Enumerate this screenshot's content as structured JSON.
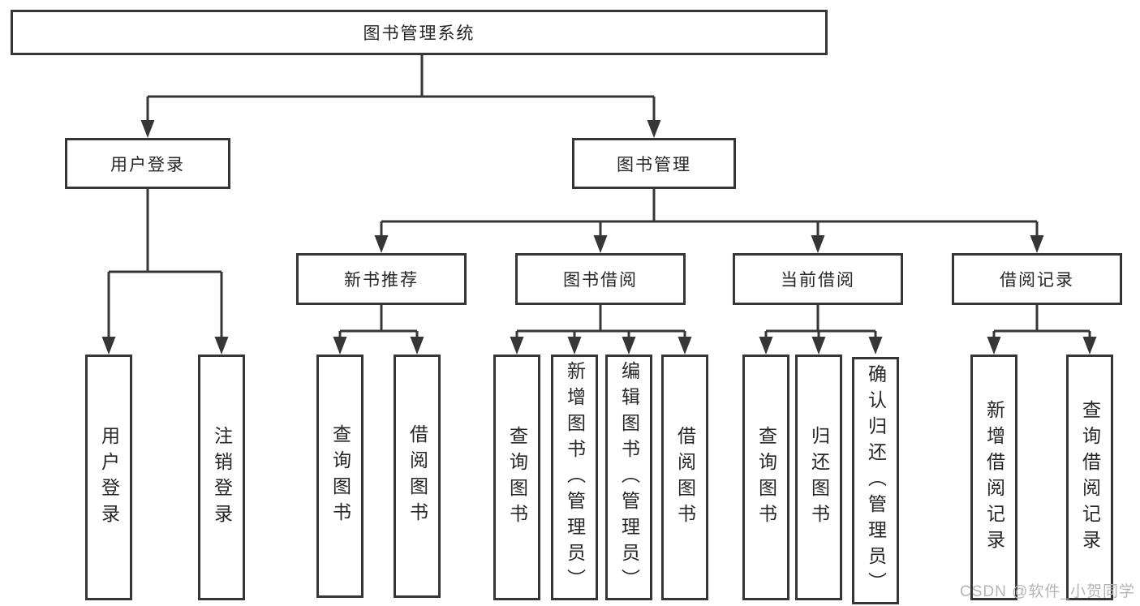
{
  "diagram": {
    "root": "图书管理系统",
    "level2": {
      "user_login": "用户登录",
      "book_mgmt": "图书管理"
    },
    "level3": {
      "new_books": "新书推荐",
      "borrowing": "图书借阅",
      "current": "当前借阅",
      "records": "借阅记录"
    },
    "leaves": {
      "user": [
        "用户登录",
        "注销登录"
      ],
      "new": [
        "查询图书",
        "借阅图书"
      ],
      "borrow": [
        "查询图书",
        "新增图书（管理员）",
        "编辑图书（管理员）",
        "借阅图书"
      ],
      "current": [
        "查询图书",
        "归还图书",
        "确认归还（管理员）"
      ],
      "records": [
        "新增借阅记录",
        "查询借阅记录"
      ]
    }
  },
  "watermark": "CSDN @软件_小贺同学",
  "colors": {
    "line": "#363636",
    "text": "#262626",
    "watermark": "#b5b5b5",
    "background": "#ffffff"
  }
}
